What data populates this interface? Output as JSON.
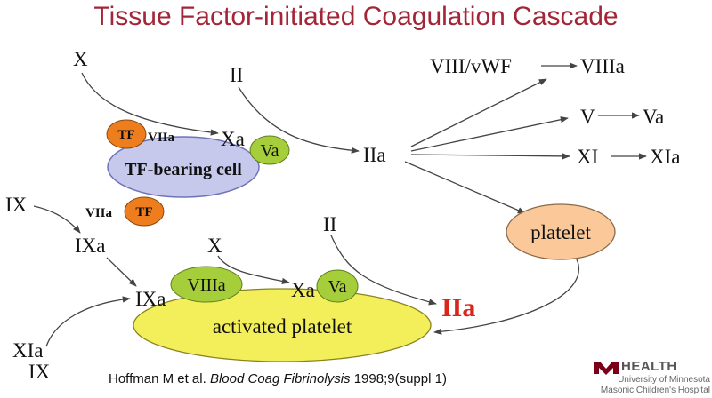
{
  "title": "Tissue Factor-initiated Coagulation Cascade",
  "colors": {
    "title": "#a32638",
    "tf_orange": "#ee7d1e",
    "green": "#a6ce3a",
    "cell_lavender": "#c6c8ec",
    "platelet_peach": "#fbc89a",
    "activated_yellow": "#f2ef5a",
    "iia_red": "#d9261c"
  },
  "labels": {
    "x_top": "X",
    "ii_top": "II",
    "xa_top": "Xa",
    "iia_mid": "IIa",
    "viii_vwf": "VIII/vWF",
    "viiia_out": "VIIIa",
    "v_out": "V",
    "va_out": "Va",
    "xi_out": "XI",
    "xia_out": "XIa",
    "ix_left": "IX",
    "ixa_left": "IXa",
    "x_mid": "X",
    "ii_low": "II",
    "ixa_low": "IXa",
    "xa_low": "Xa",
    "iia_big": "IIa",
    "xia_left": "XIa",
    "ix_bottom": "IX"
  },
  "ellipses": {
    "tf1": "TF",
    "viia1": "VIIa",
    "tf_cell": "TF-bearing cell",
    "va1": "Va",
    "viia2": "VIIa",
    "tf2": "TF",
    "platelet": "platelet",
    "viiia_low": "VIIIa",
    "va_low": "Va",
    "activated": "activated platelet"
  },
  "citation": {
    "authors": "Hoffman M et al.",
    "journal": "Blood Coag Fibrinolysis",
    "details": "1998;9(suppl 1)"
  },
  "logo": {
    "name": "HEALTH",
    "line1": "University of Minnesota",
    "line2": "Masonic Children's Hospital"
  }
}
